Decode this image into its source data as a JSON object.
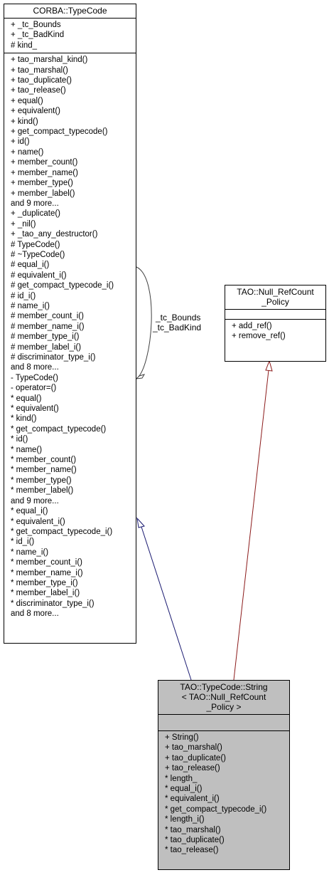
{
  "base_class": {
    "title": "CORBA::TypeCode",
    "attributes": [
      "+ _tc_Bounds",
      "+ _tc_BadKind",
      "# kind_"
    ],
    "methods": [
      "+ tao_marshal_kind()",
      "+ tao_marshal()",
      "+ tao_duplicate()",
      "+ tao_release()",
      "+ equal()",
      "+ equivalent()",
      "+ kind()",
      "+ get_compact_typecode()",
      "+ id()",
      "+ name()",
      "+ member_count()",
      "+ member_name()",
      "+ member_type()",
      "+ member_label()",
      "and 9 more...",
      "+ _duplicate()",
      "+ _nil()",
      "+ _tao_any_destructor()",
      "# TypeCode()",
      "# ~TypeCode()",
      "# equal_i()",
      "# equivalent_i()",
      "# get_compact_typecode_i()",
      "# id_i()",
      "# name_i()",
      "# member_count_i()",
      "# member_name_i()",
      "# member_type_i()",
      "# member_label_i()",
      "# discriminator_type_i()",
      "and 8 more...",
      "- TypeCode()",
      "- operator=()",
      "* equal()",
      "* equivalent()",
      "* kind()",
      "* get_compact_typecode()",
      "* id()",
      "* name()",
      "* member_count()",
      "* member_name()",
      "* member_type()",
      "* member_label()",
      "and 9 more...",
      "* equal_i()",
      "* equivalent_i()",
      "* get_compact_typecode_i()",
      "* id_i()",
      "* name_i()",
      "* member_count_i()",
      "* member_name_i()",
      "* member_type_i()",
      "* member_label_i()",
      "* discriminator_type_i()",
      "and 8 more..."
    ]
  },
  "policy_class": {
    "title_line1": "TAO::Null_RefCount",
    "title_line2": "_Policy",
    "methods": [
      "+ add_ref()",
      "+ remove_ref()"
    ]
  },
  "derived_class": {
    "title_line1": "TAO::TypeCode::String",
    "title_line2": "< TAO::Null_RefCount",
    "title_line3": "_Policy >",
    "methods": [
      "+ String()",
      "+ tao_marshal()",
      "+ tao_duplicate()",
      "+ tao_release()",
      "* length_",
      "* equal_i()",
      "* equivalent_i()",
      "* get_compact_typecode_i()",
      "* length_i()",
      "* tao_marshal()",
      "* tao_duplicate()",
      "* tao_release()"
    ]
  },
  "self_edge_label": {
    "line1": "_tc_Bounds",
    "line2": "_tc_BadKind"
  },
  "colors": {
    "inherit_base_edge": "#191970",
    "inherit_policy_edge": "#8b1a1a",
    "self_edge": "#404040",
    "derived_fill": "#bfbfbf"
  }
}
